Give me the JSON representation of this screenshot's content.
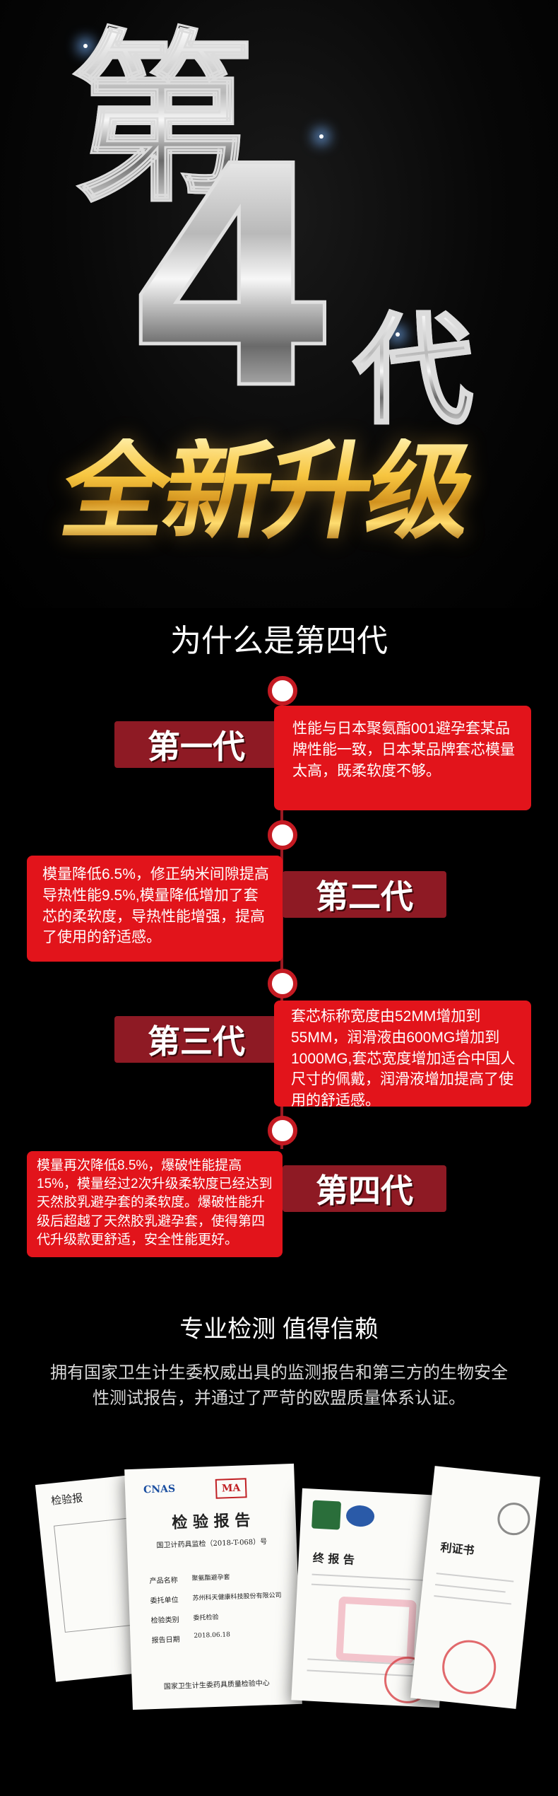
{
  "hero": {
    "di": "第",
    "four": "4",
    "dai": "代",
    "upgrade": "全新升级"
  },
  "why": {
    "title": "为什么是第四代",
    "items": [
      {
        "gen": "第一代",
        "desc": "性能与日本聚氨酯001避孕套某品牌性能一致，日本某品牌套芯模量太高，既柔软度不够。"
      },
      {
        "gen": "第二代",
        "desc": "模量降低6.5%，修正纳米间隙提高导热性能9.5%,模量降低增加了套芯的柔软度，导热性能增强，提高了使用的舒适感。"
      },
      {
        "gen": "第三代",
        "desc": "套芯标称宽度由52MM增加到55MM，润滑液由600MG增加到1000MG,套芯宽度增加适合中国人尺寸的佩戴，润滑液增加提高了使用的舒适感。"
      },
      {
        "gen": "第四代",
        "desc": "模量再次降低8.5%，爆破性能提高15%，模量经过2次升级柔软度已经达到天然胶乳避孕套的柔软度。爆破性能升级后超越了天然胶乳避孕套，使得第四代升级款更舒适，安全性能更好。"
      }
    ]
  },
  "trust": {
    "title": "专业检测 值得信赖",
    "subtitle": "拥有国家卫生计生委权威出具的监测报告和第三方的生物安全性测试报告，并通过了严苛的欧盟质量体系认证。"
  },
  "docs": {
    "report_title": "检 验 报 告",
    "report_no": "国卫计药具监检（2018-T-068）号",
    "report_field1": "产品名称",
    "report_value1": "聚氨酯避孕套",
    "report_field2": "委托单位",
    "report_value2": "苏州科天健康科技股份有限公司",
    "report_field3": "检验类别",
    "report_value3": "委托检验",
    "report_field4": "报告日期",
    "report_value4": "2018.06.18",
    "report_footer": "国家卫生计生委药具质量检验中心",
    "cnas": "CNAS",
    "cma": "MA",
    "final_title": "终 报 告",
    "cert_title": "利证书",
    "left_doc_text": "检验报"
  },
  "colors": {
    "accent_red": "#e2141b",
    "dark_red": "#8e1a24",
    "gold": "#f5c842"
  }
}
